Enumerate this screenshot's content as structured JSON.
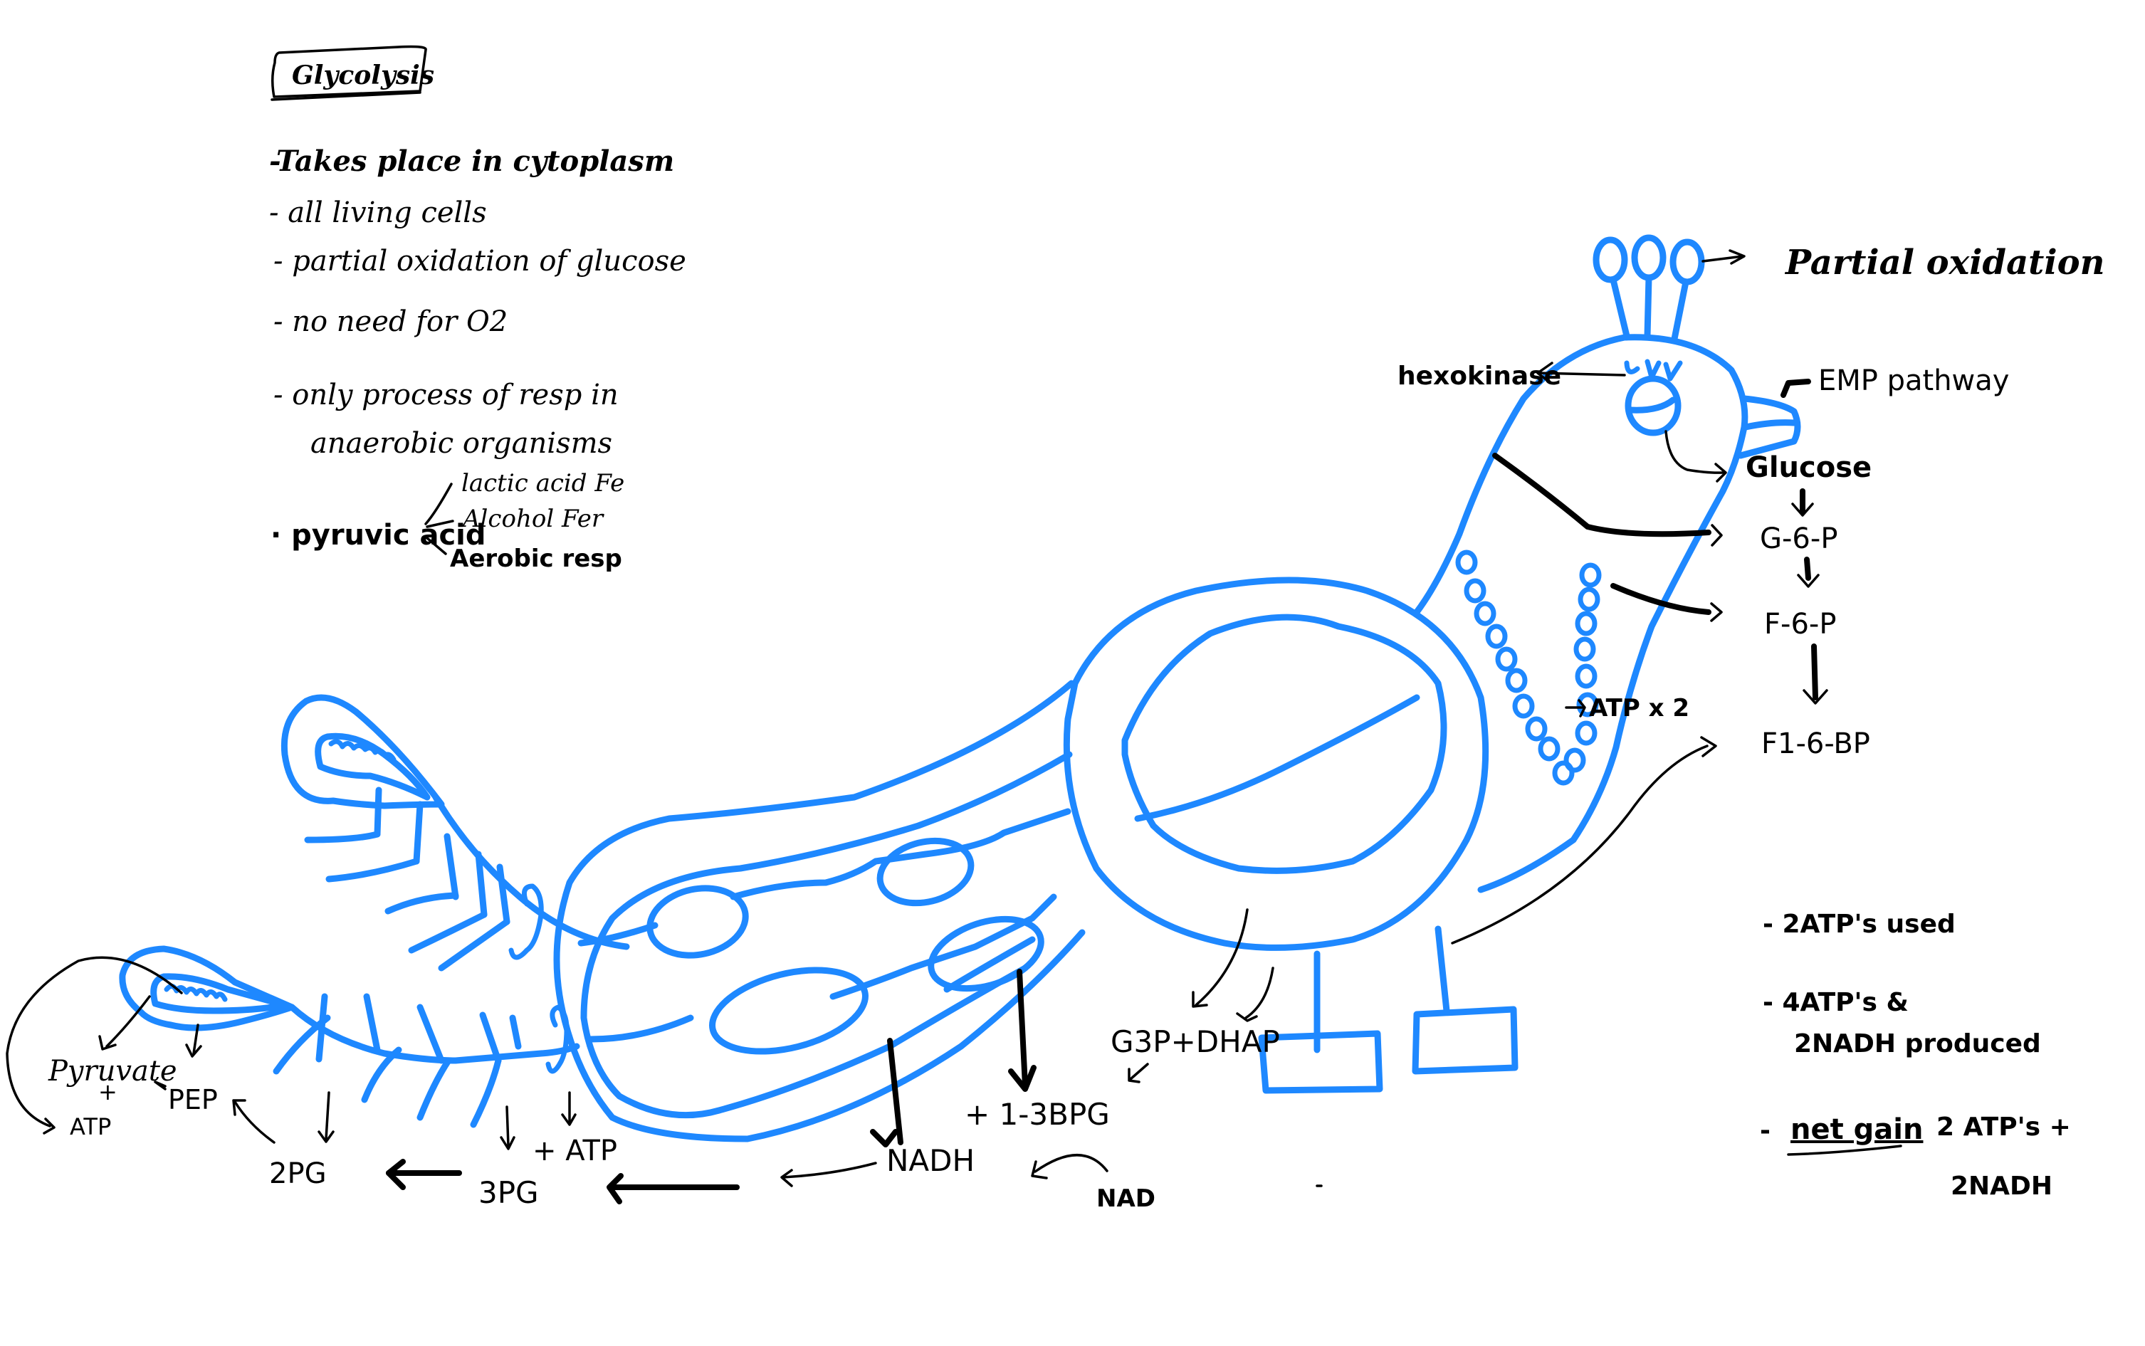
{
  "title": "Glycolysis",
  "notes": {
    "bullets": [
      "-Takes place in cytoplasm",
      "- all living cells",
      "- partial oxidation of glucose",
      "- no need for O2",
      "- only process of resp in",
      "anaerobic organisms"
    ],
    "pyruvic_acid": {
      "label": "· pyruvic acid",
      "branches": [
        "lactic acid Fe",
        "Alcohol Fer",
        "Aerobic resp"
      ]
    }
  },
  "peacock_labels": {
    "crest": "Partial oxidation",
    "eye": "hexokinase",
    "beak": "EMP pathway",
    "mouth": "Glucose",
    "necklace": "ATP x 2"
  },
  "pathway": {
    "steps": [
      "Glucose",
      "G-6-P",
      "F-6-P",
      "F1-6-BP",
      "G3P + DHAP",
      "1-3 BPG",
      "3PG",
      "2PG",
      "PEP",
      "Pyruvate"
    ],
    "glucose": "Glucose",
    "g6p": "G-6-P",
    "f6p": "F-6-P",
    "f16bp": "F1-6-BP",
    "g3p_dhap": "G3P+DHAP",
    "bpg": "+ 1-3BPG",
    "nadh": "NADH",
    "nad": "NAD",
    "pg3": "3PG",
    "pg3_atp": "+ ATP",
    "pg2": "2PG",
    "pep": "PEP",
    "pyruvate": "Pyruvate",
    "pyruvate_plus": "+",
    "pyruvate_atp": "ATP"
  },
  "summary": {
    "line1": "- 2ATP's used",
    "line2a": "- 4ATP's &",
    "line2b": "2NADH produced",
    "line3_label": "net gain",
    "line3a": "2 ATP's +",
    "line3b": "2NADH",
    "dash": "-"
  },
  "colors": {
    "drawing": "#1e88ff",
    "ink": "#000000",
    "background": "#ffffff"
  }
}
